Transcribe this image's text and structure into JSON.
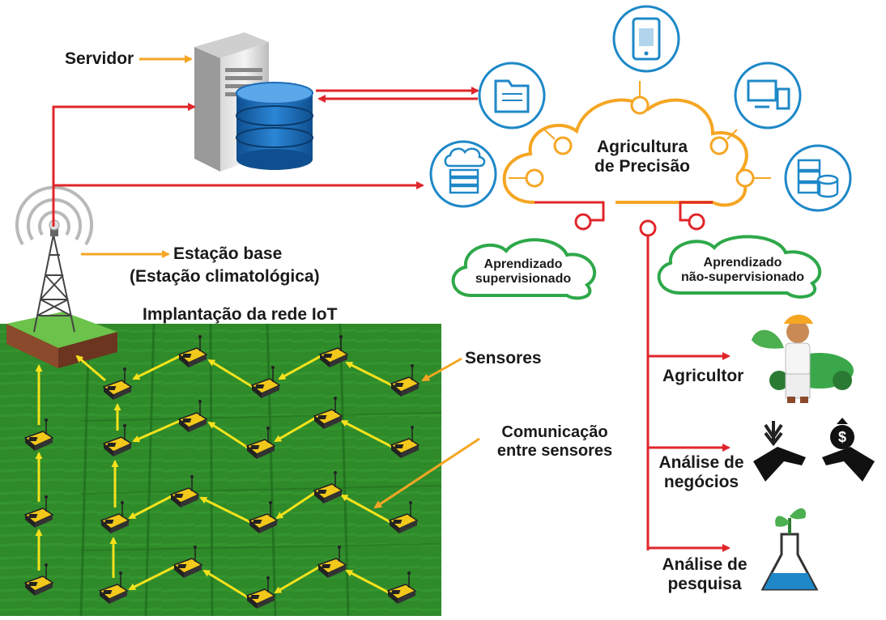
{
  "labels": {
    "server": "Servidor",
    "base_station": "Estação base",
    "weather_station": "(Estação climatológica)",
    "iot_deployment": "Implantação da rede IoT",
    "sensors": "Sensores",
    "communication_1": "Comunicação",
    "communication_2": "entre sensores",
    "precision_agri_1": "Agricultura",
    "precision_agri_2": "de Precisão",
    "supervised_1": "Aprendizado",
    "supervised_2": "supervisionado",
    "unsupervised_1": "Aprendizado",
    "unsupervised_2": "não-supervisionado",
    "farmer": "Agricultor",
    "business_1": "Análise de",
    "business_2": "negócios",
    "research_1": "Análise de",
    "research_2": "pesquisa"
  },
  "icons": {
    "satellite_icons": [
      "smartphone-icon",
      "folder-icon",
      "computer-devices-icon",
      "cloud-server-icon",
      "database-server-icon"
    ],
    "server": "server-tower-icon",
    "database": "database-icon",
    "tower": "radio-tower-icon",
    "sensor": "sensor-node-icon",
    "farmer": "farmer-icon",
    "business": "hands-money-icon",
    "research": "flask-plant-icon"
  },
  "colors": {
    "red_arrow": "#e0262b",
    "yellow_arrow": "#f5e21c",
    "orange_arrow": "#f5a623",
    "cloud_orange": "#f5a623",
    "cloud_green": "#2ea84a",
    "icon_blue": "#1e88c8",
    "field_green": "#2f8a2a"
  }
}
